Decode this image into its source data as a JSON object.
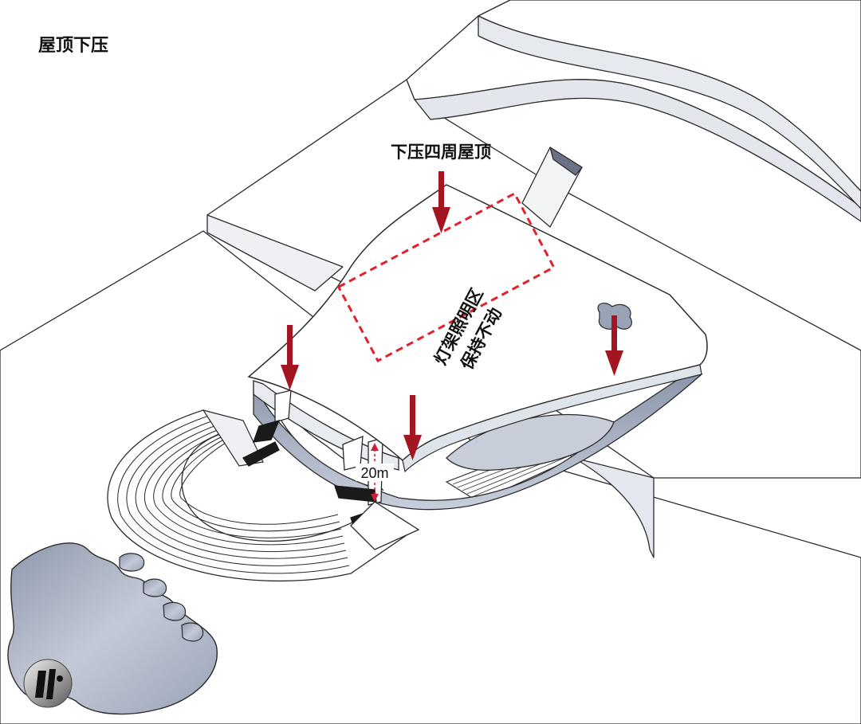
{
  "title": "屋顶下压",
  "annotations": {
    "press_label": "下压四周屋顶",
    "zone_line1": "灯架照明区",
    "zone_line2": "保持不动",
    "height_label": "20m"
  },
  "colors": {
    "arrow": "#a31621",
    "zone_dash": "#e3202c",
    "dimension": "#cc2233",
    "water": "#aeb6c7",
    "shadow": "#c9ced8",
    "surface": "#ffffff",
    "line": "#2a2a2a"
  },
  "icons": {
    "logo": "circular-emblem-icon"
  }
}
